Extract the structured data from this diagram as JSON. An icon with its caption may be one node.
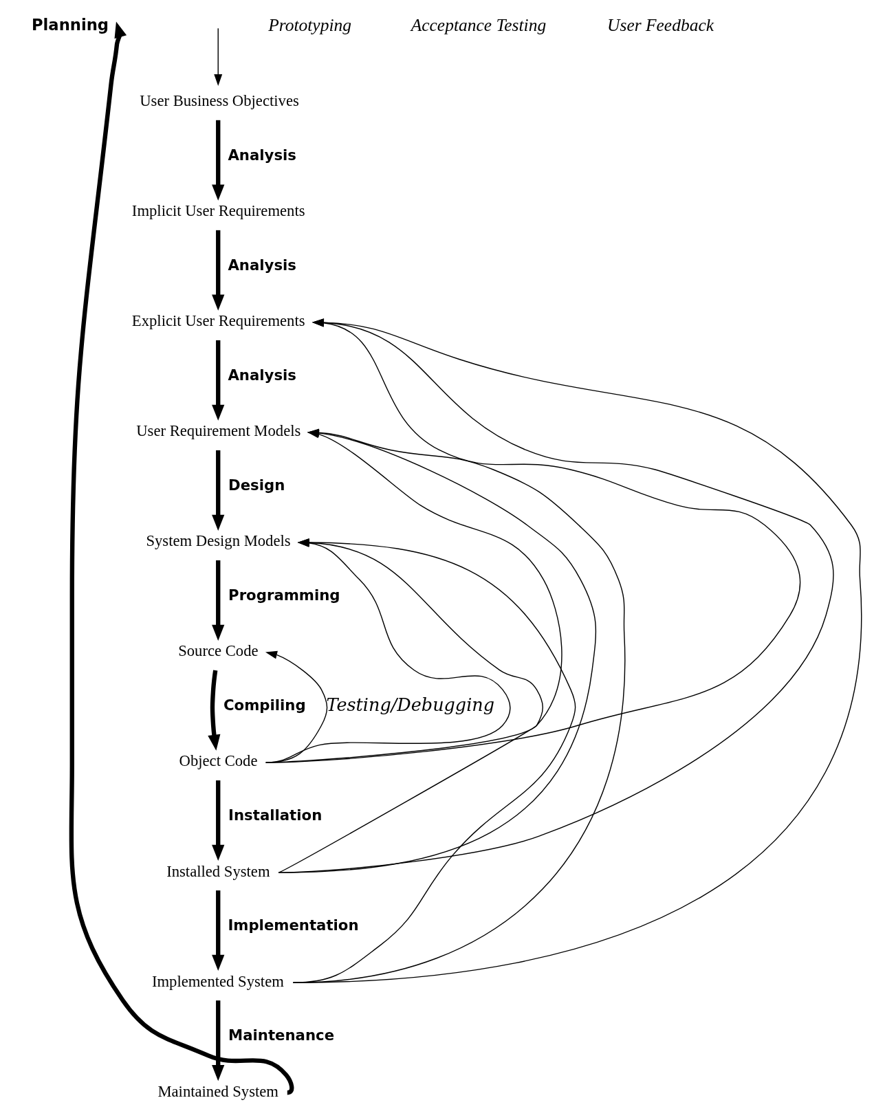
{
  "diagram": {
    "nodes": [
      {
        "text": [
          "Planning"
        ]
      },
      {
        "text": [
          "User Business Objectives"
        ]
      },
      {
        "text": [
          "Implicit User Requirements"
        ]
      },
      {
        "text": [
          "Explicit User Requirements"
        ]
      },
      {
        "text": [
          "User Requirement Models"
        ]
      },
      {
        "text": [
          "System Design Models"
        ]
      },
      {
        "text": [
          "Source Code"
        ]
      },
      {
        "text": [
          "Object Code"
        ]
      },
      {
        "text": [
          "Installed System"
        ]
      },
      {
        "text": [
          "Implemented System"
        ]
      },
      {
        "text": [
          "Maintained System"
        ]
      }
    ],
    "edges": [
      {
        "from": null,
        "to": 1,
        "arrow": "to"
      },
      {
        "from": 1,
        "to": 2,
        "arrow": "to",
        "label": "Analysis",
        "style": "thick"
      },
      {
        "from": 2,
        "to": 3,
        "arrow": "to",
        "label": "Analysis",
        "style": "thick"
      },
      {
        "from": 3,
        "to": 4,
        "arrow": "to",
        "label": "Analysis",
        "style": "thick"
      },
      {
        "from": 4,
        "to": 5,
        "arrow": "to",
        "label": "Design",
        "style": "thick"
      },
      {
        "from": 5,
        "to": 6,
        "arrow": "to",
        "label": "Programming",
        "style": "thick"
      },
      {
        "from": 6,
        "to": 7,
        "arrow": "to",
        "label": "Compiling",
        "style": "thick"
      },
      {
        "from": 7,
        "to": 6,
        "arrow": "to",
        "label": "Testing/Debugging"
      },
      {
        "from": 7,
        "to": 8,
        "arrow": "to",
        "label": "Installation",
        "style": "thick"
      },
      {
        "from": 8,
        "to": 9,
        "arrow": "to",
        "label": "Implementation",
        "style": "thick"
      },
      {
        "from": 9,
        "to": 10,
        "arrow": "to",
        "label": "Maintenance",
        "style": "thick"
      },
      {
        "from": 10,
        "to": 0,
        "arrow": "to",
        "style": "thick"
      },
      {
        "from": 7,
        "to": 3,
        "arrow": "to"
      },
      {
        "from": 7,
        "to": 4,
        "arrow": "to"
      },
      {
        "from": 7,
        "to": 5,
        "arrow": "to"
      },
      {
        "from": 8,
        "to": 3,
        "arrow": "to"
      },
      {
        "from": 8,
        "to": 4,
        "arrow": "to"
      },
      {
        "from": 8,
        "to": 5,
        "arrow": "to"
      },
      {
        "from": 9,
        "to": 3,
        "arrow": "to"
      },
      {
        "from": 9,
        "to": 4,
        "arrow": "to"
      },
      {
        "from": 9,
        "to": 5,
        "arrow": "to"
      }
    ],
    "labels": [
      "Prototyping",
      "Acceptance Testing",
      "User Feedback"
    ]
  }
}
